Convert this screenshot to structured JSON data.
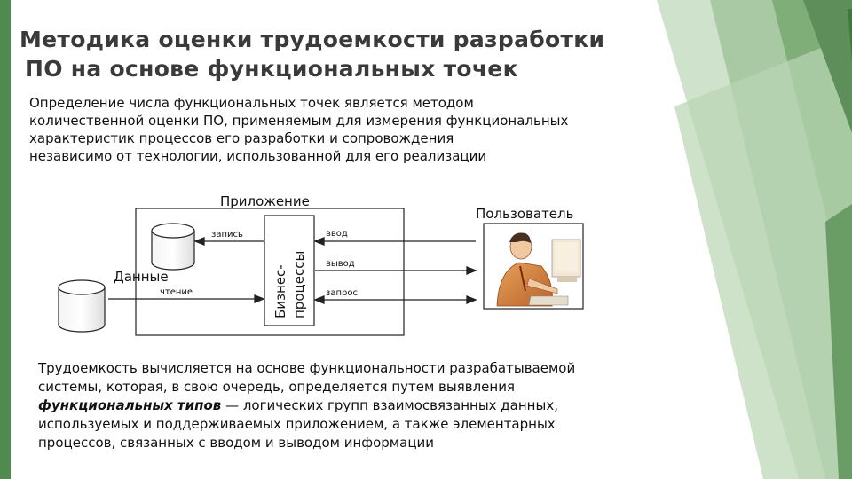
{
  "title": {
    "line1": "Методика оценки трудоемкости разработки",
    "line2": "ПО на основе функциональных точек"
  },
  "intro": {
    "lines": [
      "Определение числа функциональных точек является методом",
      "количественной оценки ПО, применяемым для измерения функциональных",
      "характеристик процессов его разработки и сопровождения",
      "независимо от технологии, использованной для его реализации"
    ]
  },
  "diagram": {
    "application_label": "Приложение",
    "user_label": "Пользователь",
    "data_label": "Данные",
    "business_processes_line1": "Бизнес-",
    "business_processes_line2": "процессы",
    "write_label": "запись",
    "read_label": "чтение",
    "input_label": "ввод",
    "output_label": "вывод",
    "query_label": "запрос"
  },
  "outro": {
    "line1": "Трудоемкость вычисляется на основе функциональности разрабатываемой",
    "line2": "системы, которая, в свою очередь, определяется путем выявления",
    "line3_emphasis": "функциональных типов",
    "line3_rest": " — логических групп взаимосвязанных данных,",
    "line4": "используемых и поддерживаемых приложением, а также элементарных",
    "line5": "процессов, связанных с вводом и выводом информации"
  },
  "colors": {
    "accent_green": "#4f8a4f",
    "deco_light": "#a9c9a4",
    "deco_mid": "#7fae79",
    "deco_dark": "#5e8f5a"
  }
}
